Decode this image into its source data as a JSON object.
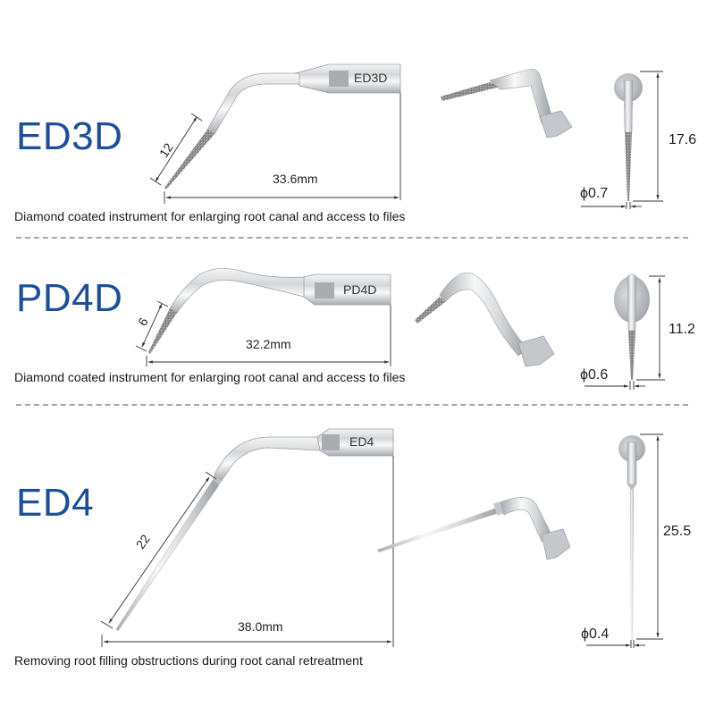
{
  "instruments": [
    {
      "model": "ED3D",
      "tip_label": "ED3D",
      "description": "Diamond coated instrument for enlarging root canal and access to files",
      "working_length": "12",
      "total_length": "33.6mm",
      "front_height": "17.6",
      "tip_diameter_symbol": "ϕ",
      "tip_diameter": "0.7"
    },
    {
      "model": "PD4D",
      "tip_label": "PD4D",
      "description": "Diamond coated instrument for enlarging root canal and access to files",
      "working_length": "6",
      "total_length": "32.2mm",
      "front_height": "11.2",
      "tip_diameter_symbol": "ϕ",
      "tip_diameter": "0.6"
    },
    {
      "model": "ED4",
      "tip_label": "ED4",
      "description": "Removing root filling obstructions during root canal retreatment",
      "working_length": "22",
      "total_length": "38.0mm",
      "front_height": "25.5",
      "tip_diameter_symbol": "ϕ",
      "tip_diameter": "0.4"
    }
  ],
  "colors": {
    "title_blue": "#1d4f98",
    "steel_light": "#e6e8ea",
    "steel_mid": "#b9bdc1",
    "steel_dark": "#8c9095",
    "diamond": "#9a9a9a",
    "separator": "#a8a8a8"
  }
}
